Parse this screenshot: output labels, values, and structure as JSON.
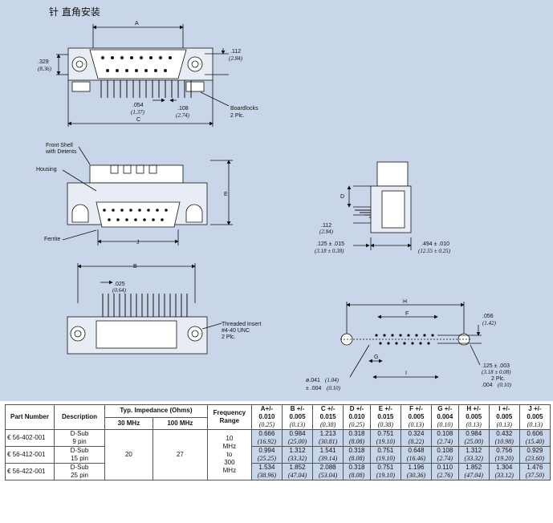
{
  "page_title": "针 直角安装",
  "labels": {
    "A": "A",
    "B": "B",
    "C": "C",
    "D": "D",
    "E": "E",
    "F": "F",
    "G": "G",
    "H": "H",
    "I": "I",
    "J": "J",
    "dim_329": ".329",
    "dim_329_mm": "(8.36)",
    "dim_112": ".112",
    "dim_112_mm": "(2.84)",
    "dim_054": ".054",
    "dim_054_mm": "(1.37)",
    "dim_108": ".108",
    "dim_108_mm": "(2.74)",
    "boardlocks_1": "Boardlocks",
    "boardlocks_2": "2 Plc.",
    "front_shell_1": "Front Shell",
    "front_shell_2": "with Detents",
    "housing": "Housing",
    "ferrite": "Ferrite",
    "side_112": ".112",
    "side_112_mm": "(2.84)",
    "side_125": ".125 ± .015",
    "side_125_mm": "(3.18 ± 0.38)",
    "side_494": ".494 ± .010",
    "side_494_mm": "(12.55 ± 0.25)",
    "dim_025": ".025",
    "dim_025_mm": "(0.64)",
    "threaded_1": "Threaded Insert",
    "threaded_2": "#4-40 UNC",
    "threaded_3": "2 Plc.",
    "dim_056": ".056",
    "dim_056_mm": "(1.42)",
    "dim_125b": ".125 ± .003",
    "dim_125b_mm": "(3.18 ± 0.08)",
    "dim_125b_plc": "2 Plc.",
    "dim_004": ".004",
    "dim_004_mm": "(0.10)",
    "dim_041": "ø.041",
    "dim_041_mm": "(1.04)",
    "dim_041b": "± .004",
    "dim_041b_mm": "(0.10)"
  },
  "table": {
    "headers": {
      "part_number": "Part Number",
      "description": "Description",
      "typ_impedance": "Typ. Impedance (Ohms)",
      "mhz30": "30 MHz",
      "mhz100": "100 MHz",
      "freq_range": "Frequency Range",
      "cols": [
        {
          "name": "A+/-",
          "tol": "0.010",
          "mm": "(0.25)"
        },
        {
          "name": "B +/-",
          "tol": "0.005",
          "mm": "(0.13)"
        },
        {
          "name": "C +/-",
          "tol": "0.015",
          "mm": "(0.38)"
        },
        {
          "name": "D +/-",
          "tol": "0.010",
          "mm": "(0.25)"
        },
        {
          "name": "E +/-",
          "tol": "0.015",
          "mm": "(0.38)"
        },
        {
          "name": "F +/-",
          "tol": "0.005",
          "mm": "(0.13)"
        },
        {
          "name": "G +/-",
          "tol": "0.004",
          "mm": "(0.10)"
        },
        {
          "name": "H +/-",
          "tol": "0.005",
          "mm": "(0.13)"
        },
        {
          "name": "I +/-",
          "tol": "0.005",
          "mm": "(0.13)"
        },
        {
          "name": "J +/-",
          "tol": "0.005",
          "mm": "(0.13)"
        }
      ]
    },
    "shared": {
      "z30": "20",
      "z100": "27",
      "freq": [
        "10",
        "MHz",
        "to",
        "300",
        "MHz"
      ]
    },
    "rows": [
      {
        "part": "€ 56-402-001",
        "desc1": "D-Sub",
        "desc2": "9 pin",
        "vals": [
          {
            "in": "0.666",
            "mm": "(16.92)"
          },
          {
            "in": "0.984",
            "mm": "(25.00)"
          },
          {
            "in": "1.213",
            "mm": "(30.81)"
          },
          {
            "in": "0.318",
            "mm": "(8.08)"
          },
          {
            "in": "0.751",
            "mm": "(19.10)"
          },
          {
            "in": "0.324",
            "mm": "(8.22)"
          },
          {
            "in": "0.108",
            "mm": "(2.74)"
          },
          {
            "in": "0.984",
            "mm": "(25.00)"
          },
          {
            "in": "0.432",
            "mm": "(10.98)"
          },
          {
            "in": "0.606",
            "mm": "(15.40)"
          }
        ]
      },
      {
        "part": "€ 56-412-001",
        "desc1": "D-Sub",
        "desc2": "15 pin",
        "vals": [
          {
            "in": "0.994",
            "mm": "(25.25)"
          },
          {
            "in": "1.312",
            "mm": "(33.32)"
          },
          {
            "in": "1.541",
            "mm": "(39.14)"
          },
          {
            "in": "0.318",
            "mm": "(8.08)"
          },
          {
            "in": "0.751",
            "mm": "(19.10)"
          },
          {
            "in": "0.648",
            "mm": "(16.46)"
          },
          {
            "in": "0.108",
            "mm": "(2.74)"
          },
          {
            "in": "1.312",
            "mm": "(33.32)"
          },
          {
            "in": "0.756",
            "mm": "(19.20)"
          },
          {
            "in": "0.929",
            "mm": "(23.60)"
          }
        ]
      },
      {
        "part": "€ 56-422-001",
        "desc1": "D-Sub",
        "desc2": "25 pin",
        "vals": [
          {
            "in": "1.534",
            "mm": "(38.96)"
          },
          {
            "in": "1.852",
            "mm": "(47.04)"
          },
          {
            "in": "2.088",
            "mm": "(53.04)"
          },
          {
            "in": "0.318",
            "mm": "(8.08)"
          },
          {
            "in": "0.751",
            "mm": "(19.10)"
          },
          {
            "in": "1.196",
            "mm": "(30.36)"
          },
          {
            "in": "0.110",
            "mm": "(2.76)"
          },
          {
            "in": "1.852",
            "mm": "(47.04)"
          },
          {
            "in": "1.304",
            "mm": "(33.12)"
          },
          {
            "in": "1.476",
            "mm": "(37.50)"
          }
        ]
      }
    ]
  }
}
